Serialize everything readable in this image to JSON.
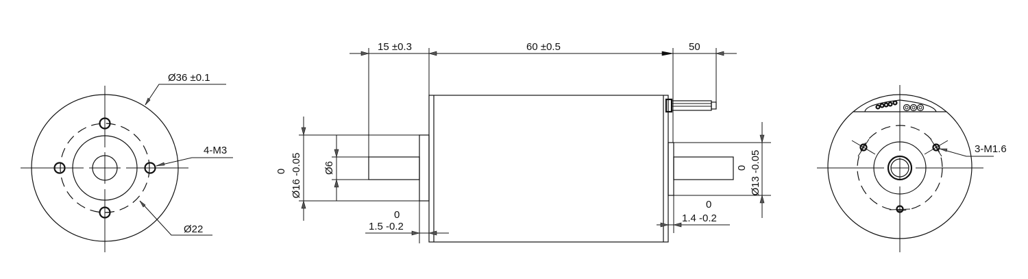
{
  "front_view": {
    "outer_diameter": "Ø36 ±0.1",
    "mounting_holes": "4-M3",
    "hole_circle_diameter": "Ø22"
  },
  "side_view": {
    "shaft_length": "15 ±0.3",
    "body_length": "60 ±0.5",
    "cable_length": "50",
    "front_flange_upper": "0",
    "front_flange_thickness": "1.5 -0.2",
    "rear_flange_upper": "0",
    "rear_flange_thickness": "1.4 -0.2",
    "pilot_upper": "0",
    "pilot_diameter": "Ø16 -0.05",
    "shaft_diameter": "Ø6",
    "rear_pilot_upper": "0",
    "rear_pilot_diameter": "Ø13 -0.05"
  },
  "rear_view": {
    "mounting_holes": "3-M1.6"
  }
}
